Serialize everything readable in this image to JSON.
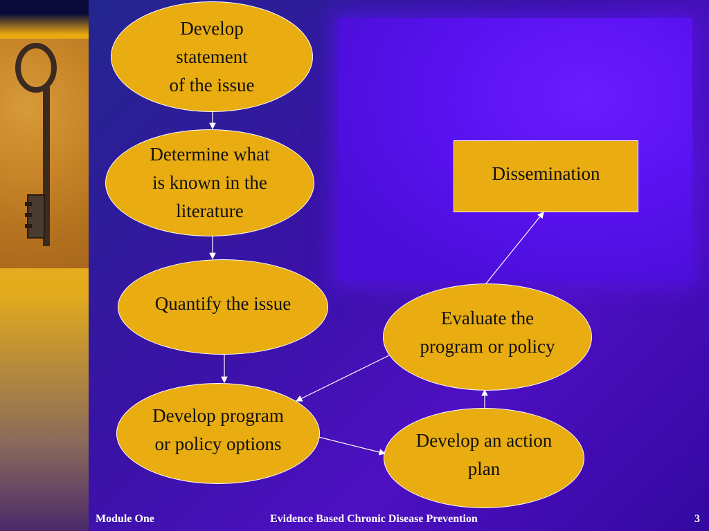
{
  "nodes": {
    "develop_statement": "Develop\nstatement\nof the issue",
    "determine_known": "Determine what\nis known in the\nliterature",
    "quantify": "Quantify the issue",
    "develop_options": "Develop program\nor policy options",
    "action_plan": "Develop an action\nplan",
    "evaluate": "Evaluate the\nprogram or policy",
    "dissemination": "Dissemination"
  },
  "footer": {
    "left": "Module One",
    "center": "Evidence Based Chronic Disease Prevention",
    "page_number": "3"
  },
  "colors": {
    "node_fill": "#e9ac11",
    "background": "#3a12a6",
    "connector": "#ffffff"
  }
}
